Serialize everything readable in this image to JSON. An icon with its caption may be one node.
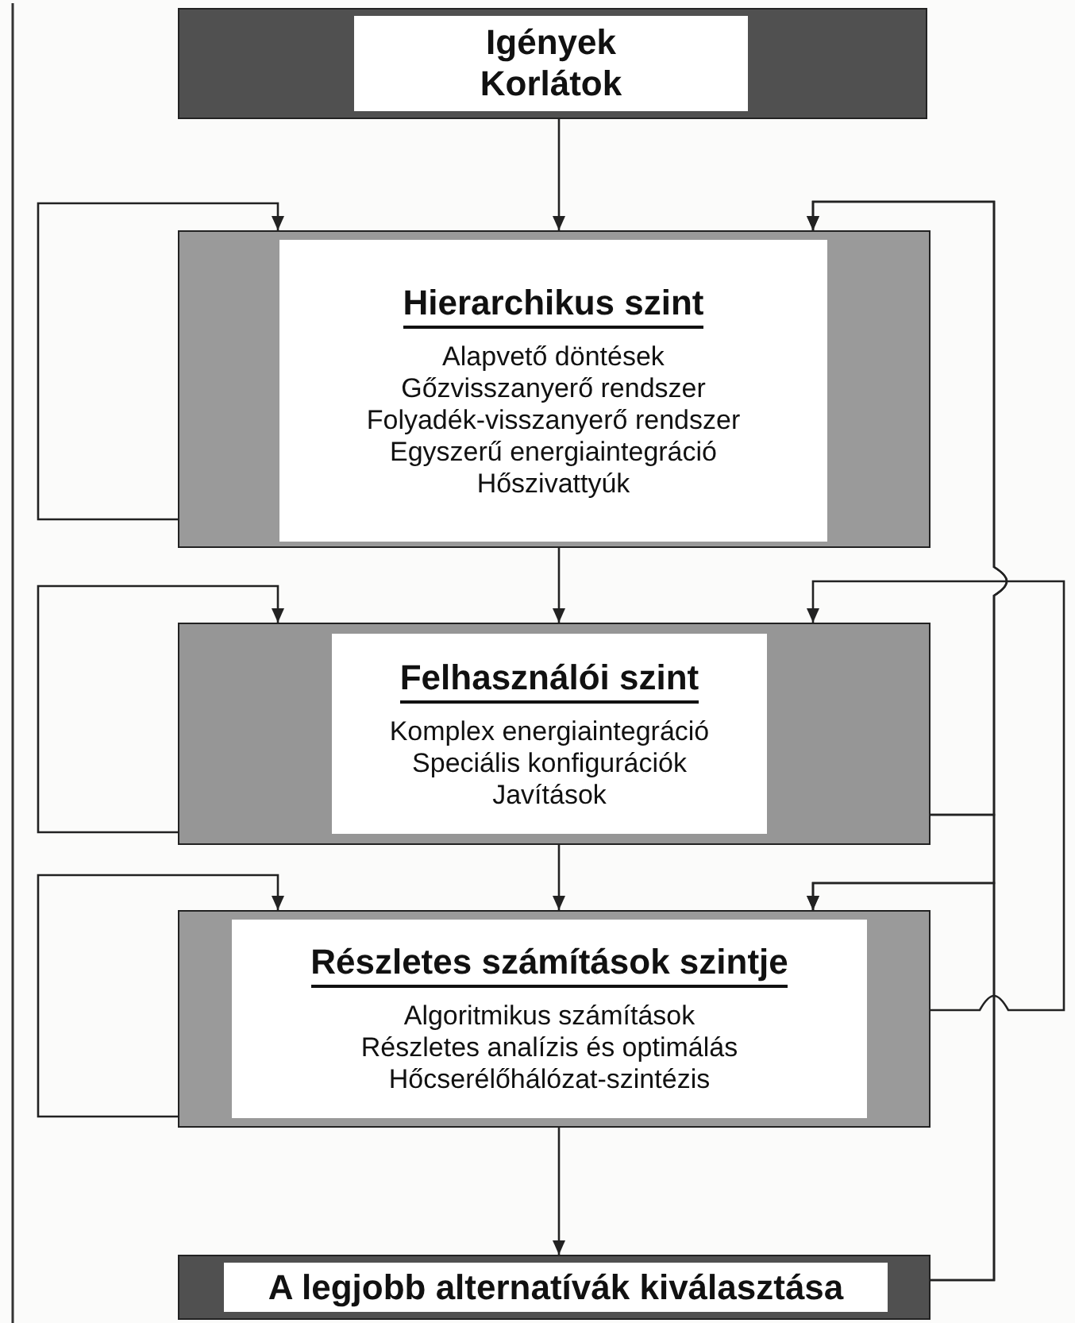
{
  "diagram": {
    "nodes": [
      {
        "text": [
          "Igények",
          "Korlátok"
        ]
      },
      {
        "text": [
          "Hierarchikus szint",
          "Alapvető döntések",
          "Gőzvisszanyerő rendszer",
          "Folyadék-visszanyerő rendszer",
          "Egyszerű energiaintegráció",
          "Hőszivattyúk"
        ]
      },
      {
        "text": [
          "Felhasználói szint",
          "Komplex energiaintegráció",
          "Speciális konfigurációk",
          "Javítások"
        ]
      },
      {
        "text": [
          "Részletes számítások szintje",
          "Algoritmikus számítások",
          "Részletes analízis és optimálás",
          "Hőcserélőhálózat-szintézis"
        ]
      },
      {
        "text": [
          "A legjobb alternatívák kiválasztása"
        ]
      }
    ],
    "edges": [
      {
        "from": 0,
        "to": 1,
        "arrow": "to"
      },
      {
        "from": 1,
        "to": 2,
        "arrow": "to"
      },
      {
        "from": 2,
        "to": 3,
        "arrow": "to"
      },
      {
        "from": 3,
        "to": 4,
        "arrow": "to"
      },
      {
        "from": 1,
        "to": 1,
        "arrow": "to"
      },
      {
        "from": 2,
        "to": 2,
        "arrow": "to"
      },
      {
        "from": 3,
        "to": 3,
        "arrow": "to"
      },
      {
        "from": 2,
        "to": 1,
        "arrow": "to"
      },
      {
        "from": 2,
        "to": 3,
        "arrow": "to"
      },
      {
        "from": 4,
        "to": 1,
        "arrow": "to"
      },
      {
        "from": 4,
        "to": 3,
        "arrow": "to"
      },
      {
        "from": 3,
        "to": 2,
        "arrow": "to"
      }
    ]
  }
}
